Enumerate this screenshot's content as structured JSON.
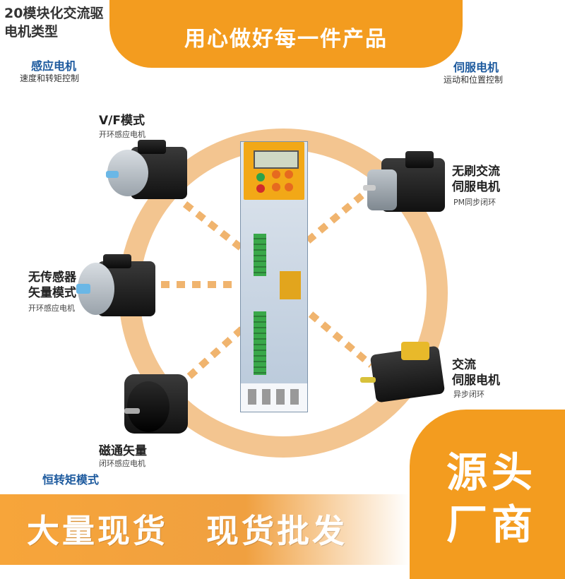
{
  "header": {
    "line1": "20模块化交流驱",
    "line2": "电机类型"
  },
  "banner": {
    "text": "用心做好每一件产品"
  },
  "categories": {
    "induction": {
      "title": "感应电机",
      "subtitle": "速度和转矩控制"
    },
    "servo": {
      "title": "伺服电机",
      "subtitle": "运动和位置控制"
    },
    "constant_torque": {
      "title": "恒转矩模式",
      "subtitle": ""
    }
  },
  "motors": {
    "vf": {
      "title": "V/F模式",
      "subtitle": "开环感应电机"
    },
    "sensorless": {
      "title_line1": "无传感器",
      "title_line2": "矢量模式",
      "subtitle": "开环感应电机"
    },
    "flux": {
      "title": "磁通矢量",
      "subtitle": "闭环感应电机"
    },
    "brushless": {
      "title_line1": "无刷交流",
      "title_line2": "伺服电机",
      "subtitle": "PM同步闭环"
    },
    "ac_servo": {
      "title_line1": "交流",
      "title_line2": "伺服电机",
      "subtitle": "异步闭环"
    }
  },
  "bottom": {
    "left_text1": "大量现货",
    "left_text2": "现货批发",
    "right_line1": "源头",
    "right_line2": "厂商"
  },
  "colors": {
    "orange": "#f39c1f",
    "ring": "#f3c590",
    "blue_title": "#1d5a9e"
  }
}
